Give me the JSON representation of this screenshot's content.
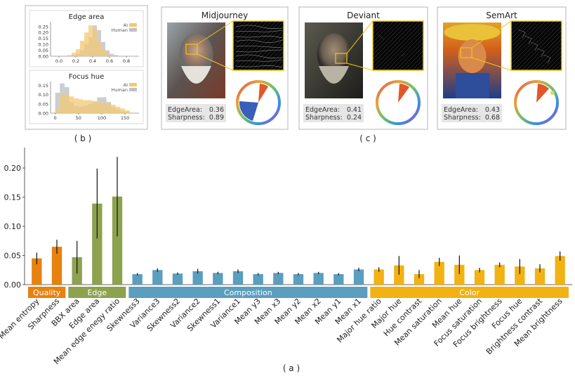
{
  "panel_labels": {
    "a": "( a )",
    "b": "( b )",
    "c": "( c )"
  },
  "histograms": {
    "legend": [
      "AI",
      "Human"
    ],
    "edge_area": {
      "title": "Edge area",
      "yticks": [
        "0.25",
        "0.20",
        "0.15",
        "0.10",
        "0.05",
        "0.00"
      ],
      "xticks": [
        "0.0",
        "0.2",
        "0.4",
        "0.6",
        "0.8"
      ],
      "xlim": [
        -0.1,
        0.95
      ],
      "ylim": [
        0,
        0.29
      ],
      "bin_edges": [
        0.1,
        0.15,
        0.2,
        0.25,
        0.3,
        0.35,
        0.4,
        0.45,
        0.5,
        0.55,
        0.6,
        0.65,
        0.7
      ],
      "ai": [
        0.01,
        0.03,
        0.06,
        0.13,
        0.2,
        0.26,
        0.23,
        0.12,
        0.06,
        0.02,
        0.01,
        0.0
      ],
      "human": [
        0.0,
        0.01,
        0.02,
        0.05,
        0.1,
        0.16,
        0.26,
        0.22,
        0.12,
        0.05,
        0.02,
        0.01
      ]
    },
    "focus_hue": {
      "title": "Focus hue",
      "yticks": [
        "0.15",
        "0.10",
        "0.05",
        "0.00"
      ],
      "xticks": [
        "0",
        "50",
        "100",
        "150"
      ],
      "xlim": [
        -10,
        180
      ],
      "ylim": [
        0,
        0.17
      ],
      "bin_edges": [
        0,
        10,
        20,
        30,
        40,
        50,
        60,
        70,
        80,
        90,
        100,
        110,
        120,
        130,
        140,
        150,
        160
      ],
      "ai": [
        0.02,
        0.1,
        0.1,
        0.09,
        0.08,
        0.075,
        0.07,
        0.07,
        0.065,
        0.06,
        0.055,
        0.05,
        0.045,
        0.035,
        0.025,
        0.015
      ],
      "human": [
        0.11,
        0.16,
        0.14,
        0.06,
        0.04,
        0.035,
        0.04,
        0.05,
        0.06,
        0.085,
        0.085,
        0.06,
        0.03,
        0.02,
        0.01,
        0.005
      ]
    }
  },
  "examples": [
    {
      "title": "Midjourney",
      "edge_label": "EdgeArea:",
      "edge_value": "0.36",
      "sharp_label": "Sharpness:",
      "sharp_value": "0.89",
      "painting": "cyberpunk-elder-portrait"
    },
    {
      "title": "Deviant",
      "edge_label": "EdgeArea:",
      "edge_value": "0.41",
      "sharp_label": "Sharpness:",
      "sharp_value": "0.24",
      "painting": "dark-elder-portrait"
    },
    {
      "title": "SemArt",
      "edge_label": "EdgeArea:",
      "edge_value": "0.43",
      "sharp_label": "Sharpness:",
      "sharp_value": "0.68",
      "painting": "van-gogh-peasant-portrait"
    }
  ],
  "chart_data": {
    "type": "bar",
    "ylim": [
      0,
      0.235
    ],
    "yticks": [
      "0.00",
      "0.05",
      "0.10",
      "0.15",
      "0.20"
    ],
    "groups": [
      {
        "name": "Quality",
        "color": "#E6820E"
      },
      {
        "name": "Edge",
        "color": "#8CA24F"
      },
      {
        "name": "Composition",
        "color": "#5B9EBE"
      },
      {
        "name": "Color",
        "color": "#F2B214"
      }
    ],
    "bars": [
      {
        "label": "Mean entropy",
        "group": 0,
        "value": 0.045,
        "err": 0.01
      },
      {
        "label": "Sharpness",
        "group": 0,
        "value": 0.065,
        "err": 0.012
      },
      {
        "label": "BBX area",
        "group": 1,
        "value": 0.047,
        "err": 0.028
      },
      {
        "label": "Edge area",
        "group": 1,
        "value": 0.139,
        "err": 0.06
      },
      {
        "label": "Mean edge enegy ratio",
        "group": 1,
        "value": 0.151,
        "err": 0.068
      },
      {
        "label": "Skewness3",
        "group": 2,
        "value": 0.018,
        "err": 0.002
      },
      {
        "label": "Variance3",
        "group": 2,
        "value": 0.025,
        "err": 0.003
      },
      {
        "label": "Skewness2",
        "group": 2,
        "value": 0.019,
        "err": 0.002
      },
      {
        "label": "Variance2",
        "group": 2,
        "value": 0.023,
        "err": 0.004
      },
      {
        "label": "Skewness1",
        "group": 2,
        "value": 0.02,
        "err": 0.002
      },
      {
        "label": "Variance1",
        "group": 2,
        "value": 0.023,
        "err": 0.003
      },
      {
        "label": "Mean y3",
        "group": 2,
        "value": 0.018,
        "err": 0.002
      },
      {
        "label": "Mean x3",
        "group": 2,
        "value": 0.02,
        "err": 0.002
      },
      {
        "label": "Mean y2",
        "group": 2,
        "value": 0.018,
        "err": 0.002
      },
      {
        "label": "Mean x2",
        "group": 2,
        "value": 0.02,
        "err": 0.002
      },
      {
        "label": "Mean y1",
        "group": 2,
        "value": 0.018,
        "err": 0.002
      },
      {
        "label": "Mean x1",
        "group": 2,
        "value": 0.026,
        "err": 0.003
      },
      {
        "label": "Major hue ratio",
        "group": 3,
        "value": 0.026,
        "err": 0.004
      },
      {
        "label": "Major hue",
        "group": 3,
        "value": 0.033,
        "err": 0.016
      },
      {
        "label": "Hue contrast",
        "group": 3,
        "value": 0.018,
        "err": 0.007
      },
      {
        "label": "Mean saturation",
        "group": 3,
        "value": 0.039,
        "err": 0.007
      },
      {
        "label": "Mean hue",
        "group": 3,
        "value": 0.034,
        "err": 0.016
      },
      {
        "label": "Focus saturation",
        "group": 3,
        "value": 0.025,
        "err": 0.004
      },
      {
        "label": "Focus brightness",
        "group": 3,
        "value": 0.034,
        "err": 0.004
      },
      {
        "label": "Focus hue",
        "group": 3,
        "value": 0.031,
        "err": 0.013
      },
      {
        "label": "Brightness contrast",
        "group": 3,
        "value": 0.028,
        "err": 0.007
      },
      {
        "label": "Mean brightness",
        "group": 3,
        "value": 0.049,
        "err": 0.008
      }
    ]
  }
}
